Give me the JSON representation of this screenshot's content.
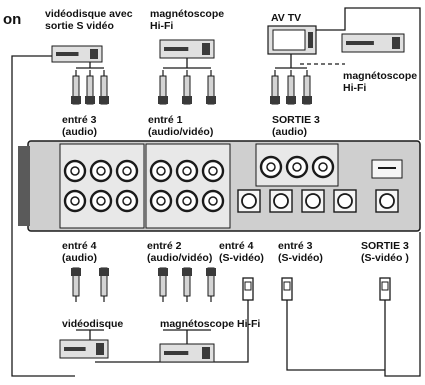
{
  "colors": {
    "ink": "#1a1a1a",
    "panel": "#cfcfcf",
    "panel_dark": "#5a5a5a",
    "device": "#e0e0e0",
    "device_dark": "#3a3a3a"
  },
  "heading_fragment": "on",
  "labels": {
    "top_left_device": [
      "vidéodisque avec",
      "sortie S vidéo"
    ],
    "top_mid_device": [
      "magnétoscope",
      "Hi-Fi"
    ],
    "top_tv": "AV TV",
    "top_right_vcr": [
      "magnétoscope",
      "Hi-Fi"
    ],
    "in3_audio": [
      "entré 3",
      "(audio)"
    ],
    "in1_av": [
      "entré 1",
      "(audio/vidéo)"
    ],
    "out3_audio": [
      "SORTIE 3",
      "(audio)"
    ],
    "in4_audio": [
      "entré 4",
      "(audio)"
    ],
    "in2_av": [
      "entré 2",
      "(audio/vidéo)"
    ],
    "in4_svideo": [
      "entré 4",
      "(S-vidéo)"
    ],
    "in3_svideo": [
      "entré 3",
      "(S-vidéo)"
    ],
    "out3_svideo": [
      "SORTIE 3",
      "(S-vidéo )"
    ],
    "bottom_left_device": "vidéodisque",
    "bottom_mid_device": "magnétoscope Hi-Fi"
  }
}
